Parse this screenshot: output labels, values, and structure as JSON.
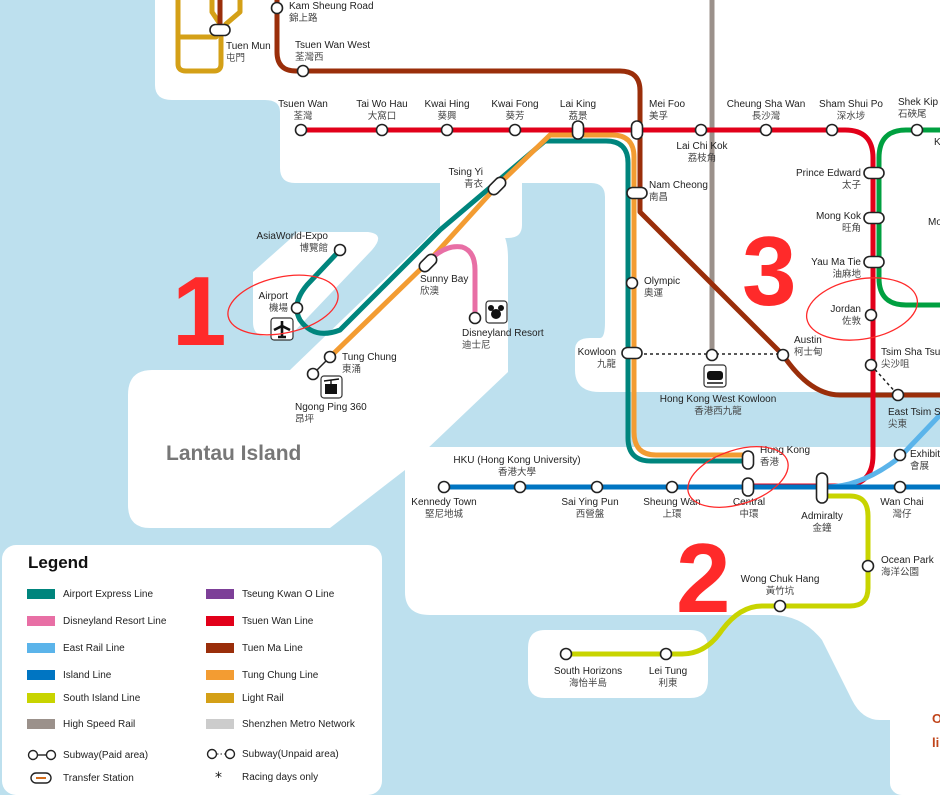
{
  "colors": {
    "water": "#bde0ee",
    "land": "#ffffff",
    "airport_express": "#00857d",
    "disneyland_resort": "#e86fa5",
    "east_rail": "#5bb4ea",
    "island": "#0075c2",
    "south_island": "#c8d400",
    "high_speed_rail": "#9b918b",
    "tseung_kwan_o": "#7d3f98",
    "tsuen_wan": "#e2001a",
    "tuen_ma": "#9a2e0a",
    "tung_chung": "#f39c32",
    "light_rail": "#d4a017",
    "shenzhen_metro": "#cccccc",
    "kwun_tong": "#00a040",
    "annotation": "#ff2a2a"
  },
  "stations": [
    {
      "en": "Tuen Mun",
      "zh": "屯門"
    },
    {
      "en": "Kam Sheung Road",
      "zh": "錦上路"
    },
    {
      "en": "Tsuen Wan West",
      "zh": "荃灣西"
    },
    {
      "en": "Tsuen Wan",
      "zh": "荃灣"
    },
    {
      "en": "Tai Wo Hau",
      "zh": "大窩口"
    },
    {
      "en": "Kwai Hing",
      "zh": "葵興"
    },
    {
      "en": "Kwai Fong",
      "zh": "葵芳"
    },
    {
      "en": "Lai King",
      "zh": "荔景"
    },
    {
      "en": "Mei Foo",
      "zh": "美孚"
    },
    {
      "en": "Lai Chi Kok",
      "zh": "荔枝角"
    },
    {
      "en": "Cheung Sha Wan",
      "zh": "長沙灣"
    },
    {
      "en": "Sham Shui Po",
      "zh": "深水埗"
    },
    {
      "en": "Shek Kip",
      "zh": "石硤尾"
    },
    {
      "en": "Prince Edward",
      "zh": "太子"
    },
    {
      "en": "Mong Kok",
      "zh": "旺角"
    },
    {
      "en": "Yau Ma Tie",
      "zh": "油麻地"
    },
    {
      "en": "Jordan",
      "zh": "佐敦"
    },
    {
      "en": "Tsim Sha Tsui",
      "zh": "尖沙咀"
    },
    {
      "en": "East Tsim Sha Tsui",
      "zh": "尖東"
    },
    {
      "en": "Austin",
      "zh": "柯士甸"
    },
    {
      "en": "Hong Kong West Kowloon",
      "zh": "香港西九龍"
    },
    {
      "en": "Kowloon",
      "zh": "九龍"
    },
    {
      "en": "Olympic",
      "zh": "奧運"
    },
    {
      "en": "Nam Cheong",
      "zh": "南昌"
    },
    {
      "en": "Tsing Yi",
      "zh": "青衣"
    },
    {
      "en": "Sunny Bay",
      "zh": "欣澳"
    },
    {
      "en": "Disneyland Resort",
      "zh": "迪士尼"
    },
    {
      "en": "AsiaWorld-Expo",
      "zh": "博覽館"
    },
    {
      "en": "Airport",
      "zh": "機場"
    },
    {
      "en": "Tung Chung",
      "zh": "東涌"
    },
    {
      "en": "Ngong Ping 360",
      "zh": "昂坪"
    },
    {
      "en": "Hong Kong",
      "zh": "香港"
    },
    {
      "en": "Central",
      "zh": "中環"
    },
    {
      "en": "Admiralty",
      "zh": "金鐘"
    },
    {
      "en": "Wan Chai",
      "zh": "灣仔"
    },
    {
      "en": "Exhibition",
      "zh": "會展"
    },
    {
      "en": "Sheung Wan",
      "zh": "上環"
    },
    {
      "en": "Sai Ying Pun",
      "zh": "西營盤"
    },
    {
      "en": "HKU (Hong Kong University)",
      "zh": "香港大學"
    },
    {
      "en": "Kennedy Town",
      "zh": "堅尼地城"
    },
    {
      "en": "Ocean Park",
      "zh": "海洋公園"
    },
    {
      "en": "Wong Chuk Hang",
      "zh": "黃竹坑"
    },
    {
      "en": "Lei Tung",
      "zh": "利東"
    },
    {
      "en": "South Horizons",
      "zh": "海怡半島"
    }
  ],
  "edge_labels": {
    "kowloon_tong": "K",
    "mong_kok_east": "Mo"
  },
  "region_label": "Lantau Island",
  "annotations": [
    "1",
    "2",
    "3"
  ],
  "legend": {
    "title": "Legend",
    "items": [
      {
        "label": "Airport Express Line",
        "color": "#00857d"
      },
      {
        "label": "Disneyland Resort Line",
        "color": "#e86fa5"
      },
      {
        "label": "East Rail Line",
        "color": "#5bb4ea"
      },
      {
        "label": "Island Line",
        "color": "#0075c2"
      },
      {
        "label": "South Island Line",
        "color": "#c8d400"
      },
      {
        "label": "High Speed Rail",
        "color": "#9b918b"
      },
      {
        "label": "Tseung Kwan O Line",
        "color": "#7d3f98"
      },
      {
        "label": "Tsuen Wan Line",
        "color": "#e2001a"
      },
      {
        "label": "Tuen Ma Line",
        "color": "#9a2e0a"
      },
      {
        "label": "Tung Chung Line",
        "color": "#f39c32"
      },
      {
        "label": "Light Rail",
        "color": "#d4a017"
      },
      {
        "label": "Shenzhen Metro Network",
        "color": "#cccccc"
      }
    ],
    "symbols": [
      {
        "label": "Subway(Paid area)",
        "icon": "paid-area-icon"
      },
      {
        "label": "Transfer Station",
        "icon": "transfer-station-icon"
      },
      {
        "label": "Subway(Unpaid area)",
        "icon": "unpaid-area-icon"
      },
      {
        "label": "Racing days only",
        "icon": "star-icon"
      }
    ]
  },
  "card": {
    "line1": "O",
    "line2": "li"
  }
}
